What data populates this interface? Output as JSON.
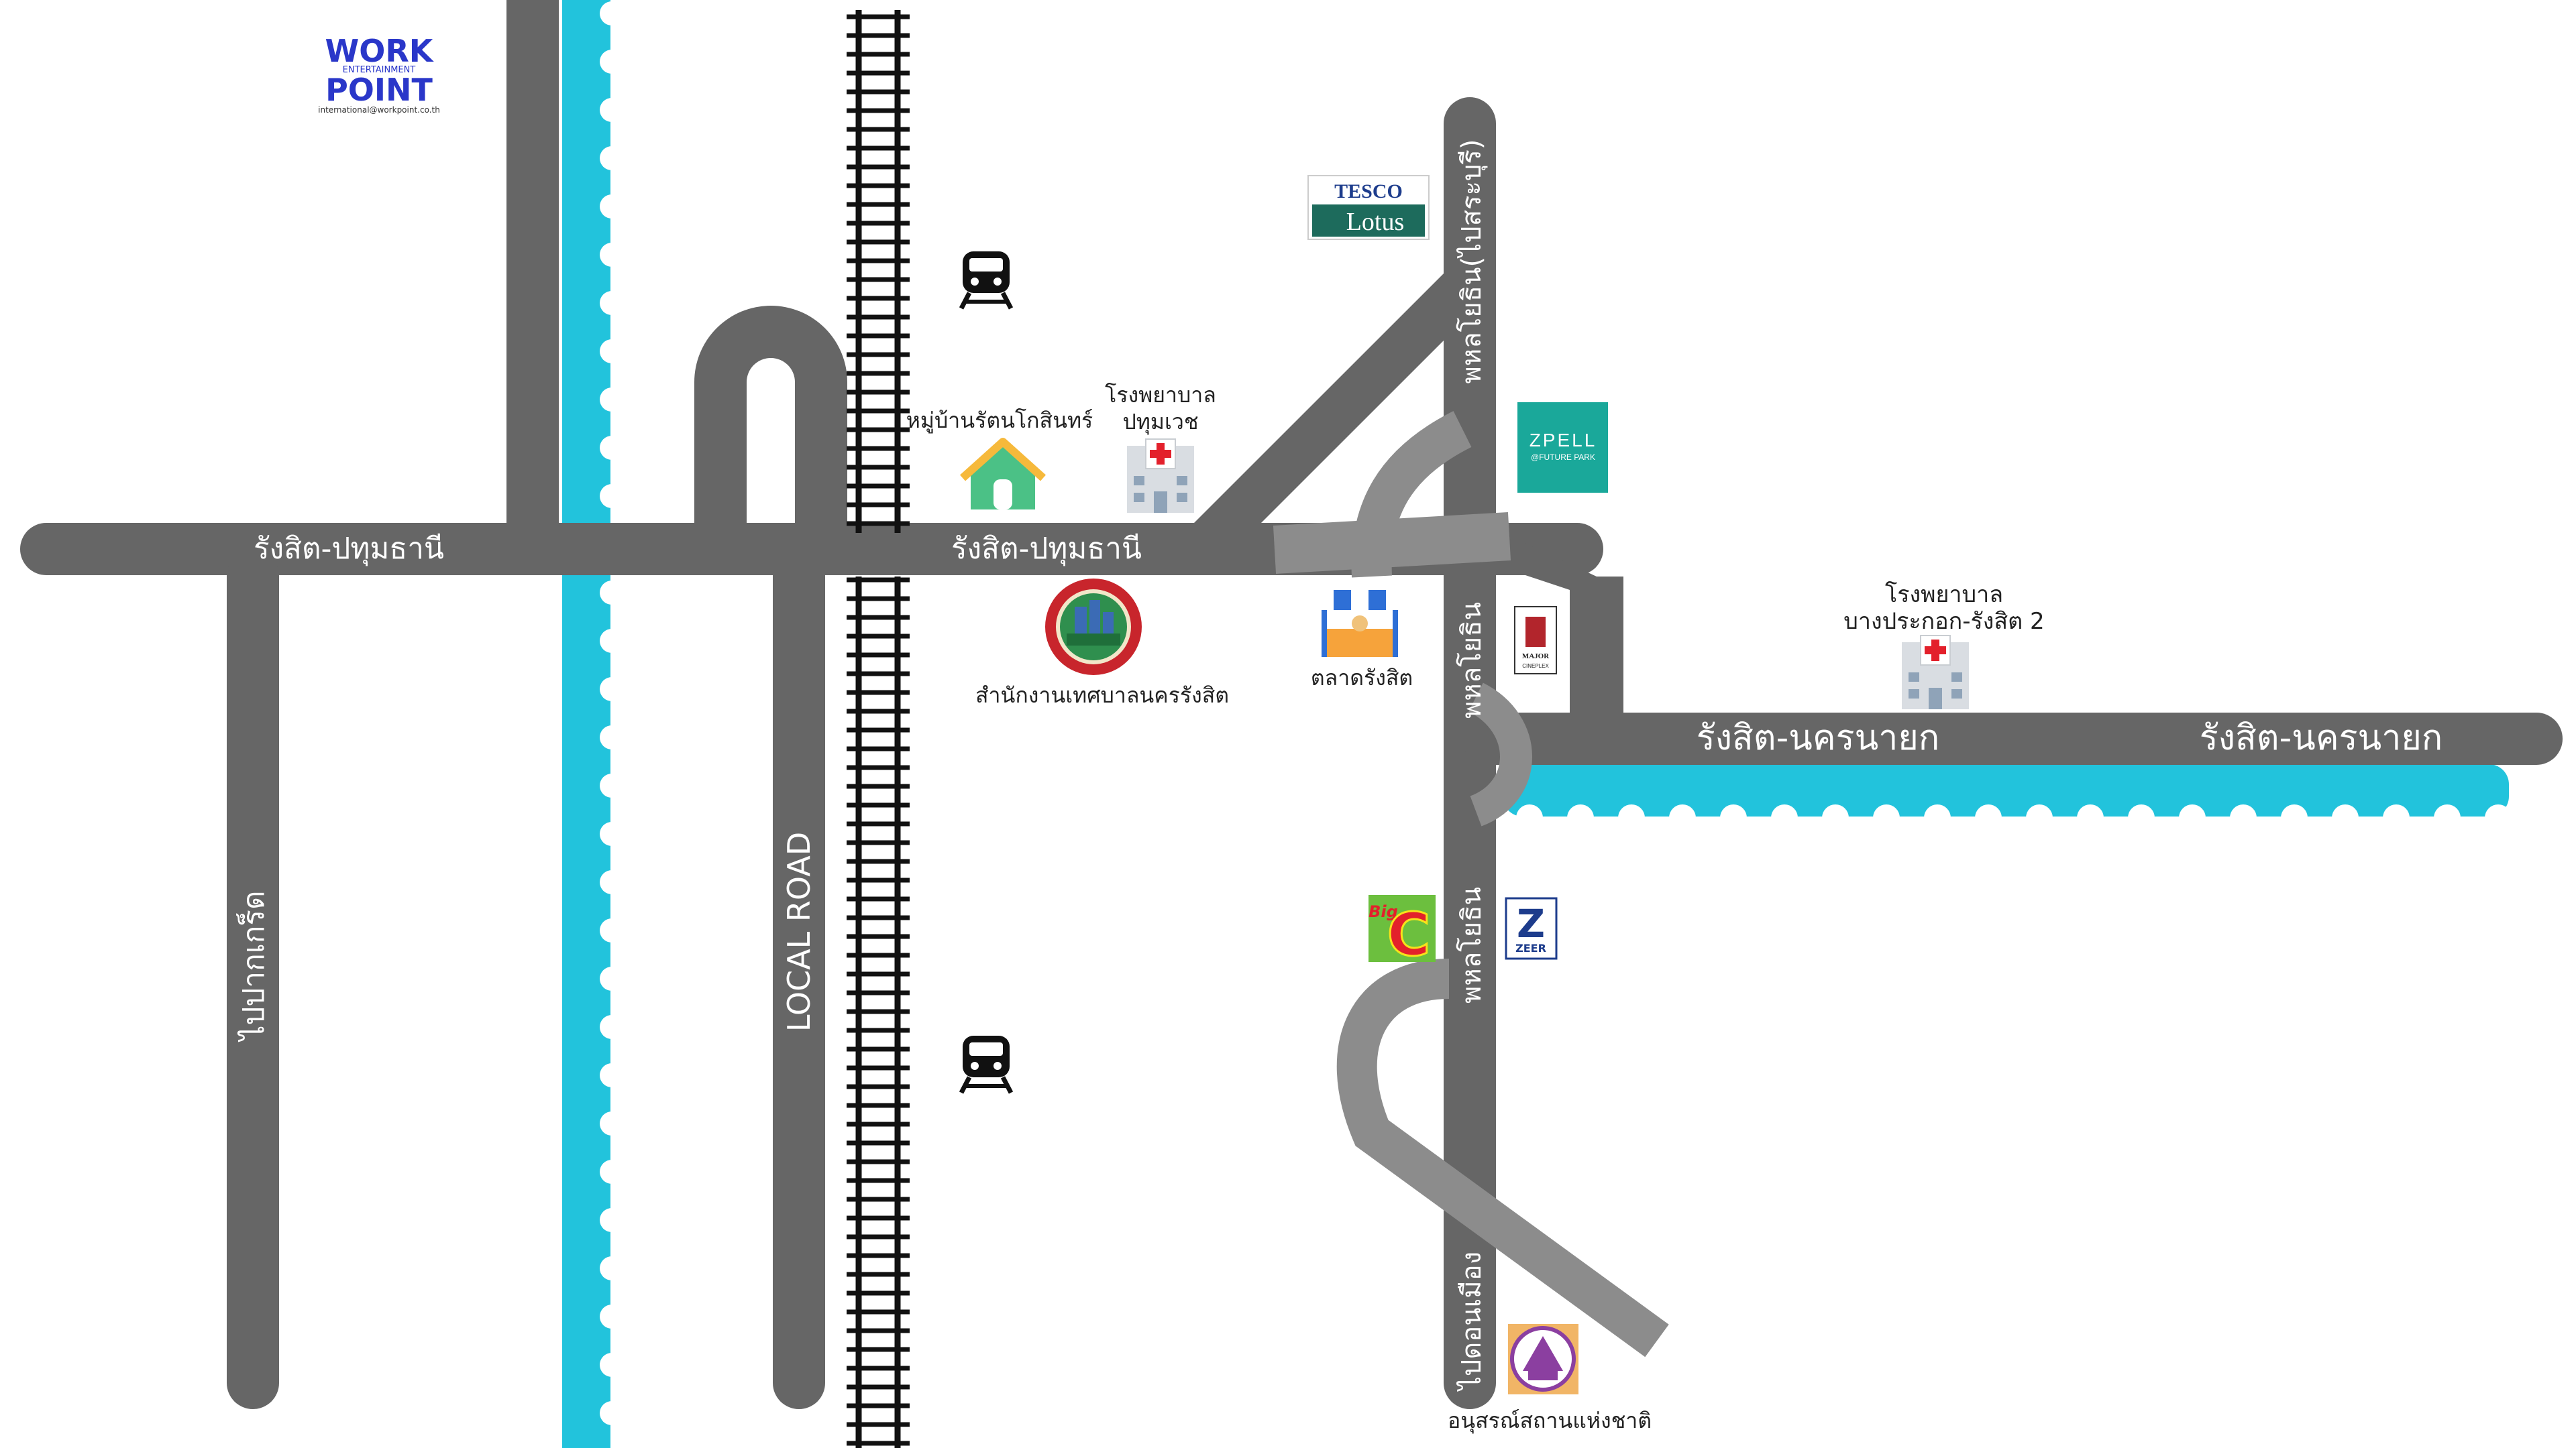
{
  "brand": {
    "logo_line1": "WORK",
    "logo_line2": "ENTERTAINMENT",
    "logo_line3": "POINT",
    "logo_email": "international@workpoint.co.th"
  },
  "roads": {
    "main_road_west": "รังสิต-ปทุมธานี",
    "main_road_east": "รังสิต-ปทุมธานี",
    "local_road": "LOCAL ROAD",
    "pak_kret": "ไปปากเกร็ด",
    "phahon_north": "พหลโยธิน(ไปสระบุรี)",
    "phahon_mid": "พหลโยธิน",
    "phahon_south": "พหลโยธิน",
    "don_mueang": "ไปดอนเมือง",
    "nakhon_nayok_1": "รังสิต-นครนายก",
    "nakhon_nayok_2": "รังสิต-นครนายก"
  },
  "places": {
    "village": "หมู่บ้านรัตนโกสินทร์",
    "hospital_pathumvech_1": "โรงพยาบาล",
    "hospital_pathumvech_2": "ปทุมเวช",
    "municipal_office": "สำนักงานเทศบาลนครรังสิต",
    "rangsit_market": "ตลาดรังสิต",
    "hospital_bangprakok_1": "โรงพยาบาล",
    "hospital_bangprakok_2": "บางประกอก-รังสิต 2",
    "monument": "อนุสรณ์สถานแห่งชาติ"
  },
  "logos": {
    "tesco_1": "TESCO",
    "tesco_2": "Lotus",
    "zpell_1": "ZPELL",
    "zpell_2": "@FUTURE PARK",
    "major_1": "MAJOR",
    "major_2": "CINEPLEX",
    "bigc_1": "Big",
    "bigc_2": "C",
    "zeer_1": "Z",
    "zeer_2": "ZEER"
  },
  "colors": {
    "road": "#666666",
    "ramp": "#8c8c8c",
    "water": "#22c3dc",
    "rail": "#111111",
    "tesco_green": "#1d6b5c",
    "zpell_teal": "#1aa89a",
    "bigc_green": "#6cbf3e",
    "bigc_red": "#e3202b",
    "bigc_yellow": "#f7e21a",
    "workpoint_blue": "#2a37c9",
    "house_green": "#4bc186",
    "house_roof": "#f6b93b"
  },
  "icons": [
    "train-icon",
    "hospital-icon",
    "house-icon",
    "market-icon",
    "municipal-seal-icon",
    "monument-icon"
  ]
}
